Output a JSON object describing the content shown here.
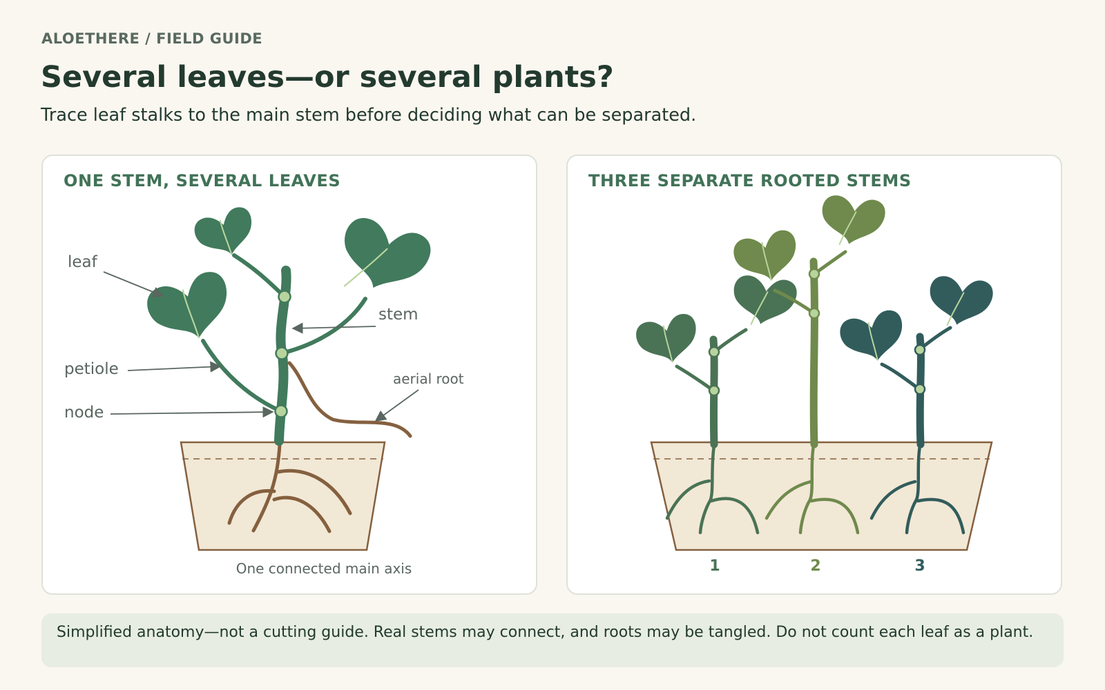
{
  "header": {
    "eyebrow": "ALOETHERE / FIELD GUIDE",
    "title": "Several leaves—or several plants?",
    "subtitle": "Trace leaf stalks to the main stem before deciding what can be separated."
  },
  "left_panel": {
    "title": "ONE STEM, SEVERAL LEAVES",
    "labels": {
      "leaf": "leaf",
      "stem": "stem",
      "petiole": "petiole",
      "node": "node",
      "aerial_root": "aerial root"
    },
    "caption": "One connected main axis"
  },
  "right_panel": {
    "title": "THREE SEPARATE ROOTED STEMS",
    "stems": [
      {
        "number": "1",
        "color": "#4a7355"
      },
      {
        "number": "2",
        "color": "#6f8a4c"
      },
      {
        "number": "3",
        "color": "#325c5c"
      }
    ]
  },
  "colors": {
    "leaf": "#417a5c",
    "root": "#85603f",
    "soil": "#f2e8d6",
    "node": "#b8d49d"
  },
  "note": "Simplified anatomy—not a cutting guide. Real stems may connect, and roots may be tangled. Do not count each leaf as a plant."
}
